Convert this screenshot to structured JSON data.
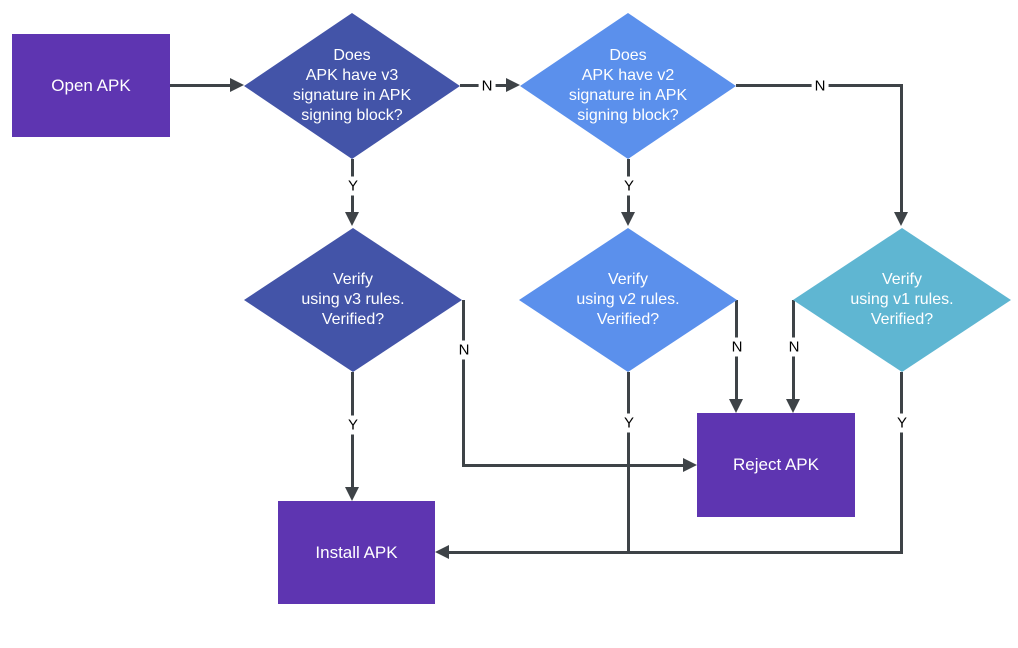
{
  "diagram": {
    "kind": "flowchart",
    "topic": "APK signature verification flow"
  },
  "colors": {
    "background": "#ffffff",
    "process_fill": "#5e35b1",
    "decision_v3_fill": "#4354a8",
    "decision_v2_fill": "#5b90ec",
    "decision_v1_fill": "#5fb6d2",
    "connector": "#3e4347",
    "node_text": "#ffffff",
    "edge_label_text": "#000000"
  },
  "nodes": {
    "open_apk": {
      "type": "process",
      "label": "Open APK"
    },
    "has_v3": {
      "type": "decision",
      "label": "Does\nAPK have v3\nsignature in APK\nsigning block?"
    },
    "has_v2": {
      "type": "decision",
      "label": "Does\nAPK have v2\nsignature in APK\nsigning block?"
    },
    "verify_v3": {
      "type": "decision",
      "label": "Verify\nusing v3 rules.\nVerified?"
    },
    "verify_v2": {
      "type": "decision",
      "label": "Verify\nusing v2 rules.\nVerified?"
    },
    "verify_v1": {
      "type": "decision",
      "label": "Verify\nusing v1 rules.\nVerified?"
    },
    "reject_apk": {
      "type": "process",
      "label": "Reject APK"
    },
    "install_apk": {
      "type": "process",
      "label": "Install APK"
    }
  },
  "edges": [
    {
      "from": "open_apk",
      "to": "has_v3",
      "label": ""
    },
    {
      "from": "has_v3",
      "to": "has_v2",
      "label": "N"
    },
    {
      "from": "has_v3",
      "to": "verify_v3",
      "label": "Y"
    },
    {
      "from": "has_v2",
      "to": "verify_v1",
      "label": "N"
    },
    {
      "from": "has_v2",
      "to": "verify_v2",
      "label": "Y"
    },
    {
      "from": "verify_v3",
      "to": "reject_apk",
      "label": "N"
    },
    {
      "from": "verify_v3",
      "to": "install_apk",
      "label": "Y"
    },
    {
      "from": "verify_v2",
      "to": "reject_apk",
      "label": "N"
    },
    {
      "from": "verify_v2",
      "to": "install_apk",
      "label": "Y"
    },
    {
      "from": "verify_v1",
      "to": "reject_apk",
      "label": "N"
    },
    {
      "from": "verify_v1",
      "to": "install_apk",
      "label": "Y"
    }
  ]
}
